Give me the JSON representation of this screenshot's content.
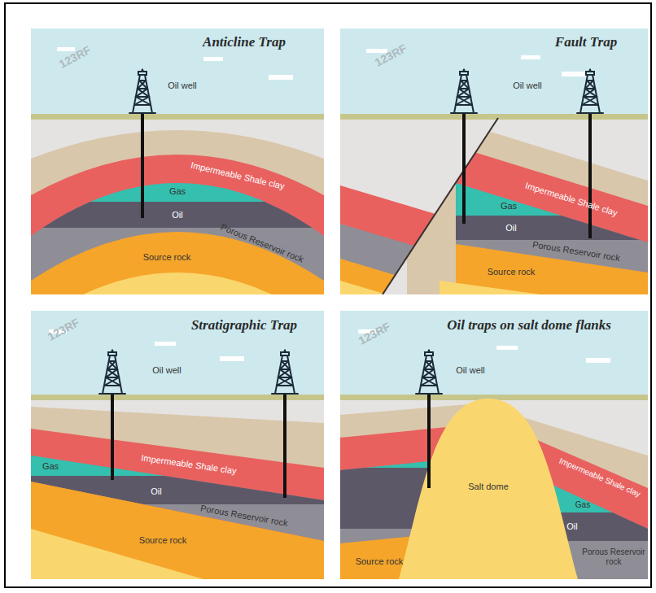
{
  "diagram": {
    "labels": [
      "Anticline Trap",
      "Oil well",
      "Impermeable Shale clay",
      "Gas",
      "Oil",
      "Porous Reservoir rock",
      "Source rock",
      "Fault Trap",
      "Oil well",
      "Impermeable Shale clay",
      "Gas",
      "Oil",
      "Porous Reservoir rock",
      "Source rock",
      "Stratigraphic Trap",
      "Oil well",
      "Gas",
      "Impermeable Shale clay",
      "Oil",
      "Porous Reservoir rock",
      "Source rock",
      "Oil traps on salt dome flanks",
      "Oil well",
      "Salt dome",
      "Gas",
      "Impermeable Shale clay",
      "Oil",
      "Porous Reservoir rock",
      "Source rock",
      "123RF",
      "123RF",
      "123RF",
      "123RF"
    ]
  }
}
